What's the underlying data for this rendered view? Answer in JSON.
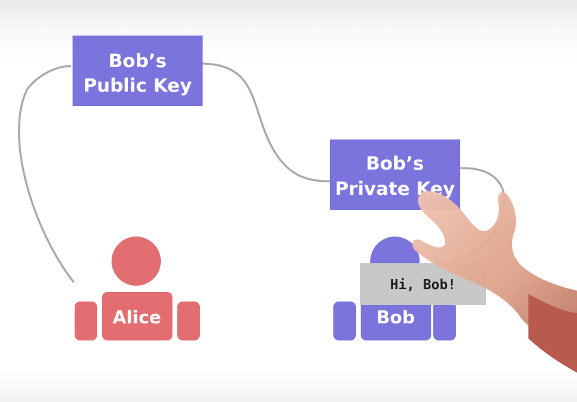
{
  "diagram": {
    "public_key_box": {
      "line1": "Bob’s",
      "line2": "Public Key"
    },
    "private_key_box": {
      "line1": "Bob’s",
      "line2": "Private Key"
    },
    "alice": {
      "label": "Alice"
    },
    "bob": {
      "label": "Bob"
    },
    "message": {
      "text": "Hi, Bob!"
    }
  },
  "colors": {
    "box_purple": "#7b74dd",
    "alice_red": "#e26e72",
    "bob_purple": "#7b74dd",
    "connector_gray": "#a9a9a9",
    "message_bg": "#c8c8c8"
  }
}
